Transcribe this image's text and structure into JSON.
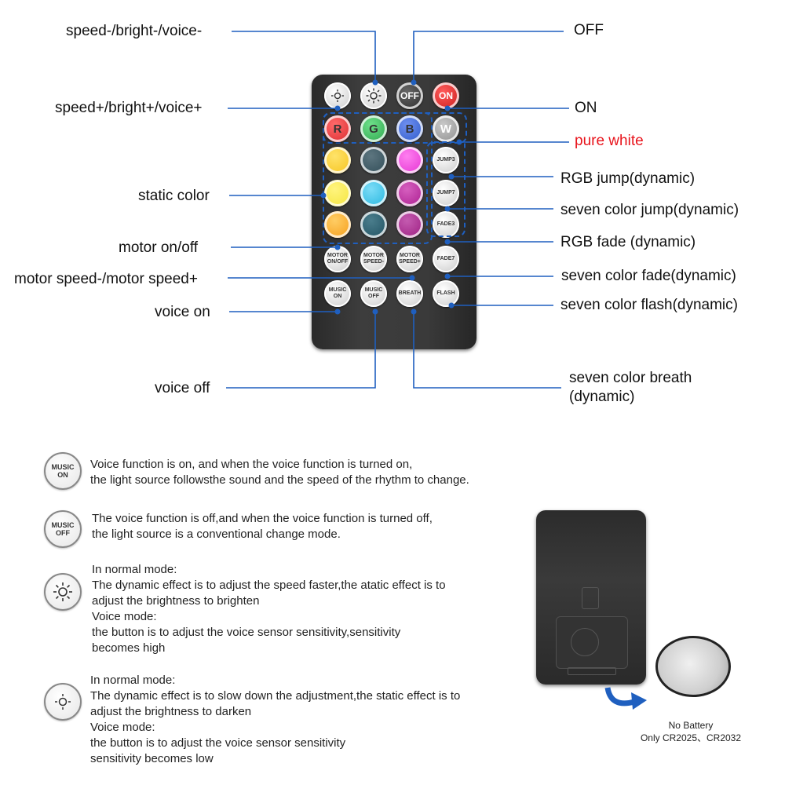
{
  "callouts": {
    "speed_minus": "speed-/bright-/voice-",
    "speed_plus": "speed+/bright+/voice+",
    "static_color": "static color",
    "motor_onoff": "motor on/off",
    "motor_speed": "motor speed-/motor speed+",
    "voice_on": "voice on",
    "voice_off": "voice off",
    "off": "OFF",
    "on": "ON",
    "pure_white": "pure white",
    "rgb_jump": "RGB jump(dynamic)",
    "seven_jump": "seven color jump(dynamic)",
    "rgb_fade": "RGB fade (dynamic)",
    "seven_fade": "seven color fade(dynamic)",
    "seven_flash": "seven color flash(dynamic)",
    "seven_breath": "seven color breath (dynamic)"
  },
  "remote_buttons": {
    "off": "OFF",
    "on": "ON",
    "r": "R",
    "g": "G",
    "b": "B",
    "w": "W",
    "jump3": "JUMP3",
    "jump7": "JUMP7",
    "fade3": "FADE3",
    "fade7": "FADE7",
    "flash": "FLASH",
    "breath": "BREATH",
    "motor_onoff_1": "MOTOR",
    "motor_onoff_2": "ON/OFF",
    "motor_minus_1": "MOTOR",
    "motor_minus_2": "SPEED-",
    "motor_plus_1": "MOTOR",
    "motor_plus_2": "SPEED+",
    "music_on_1": "MUSIC",
    "music_on_2": "ON",
    "music_off_1": "MUSIC",
    "music_off_2": "OFF"
  },
  "colors": {
    "leader_line": "#1f5fbf",
    "pure_white_label": "#e8141c",
    "red": "#d8262b",
    "green": "#2aa34a",
    "blue": "#2a58c6",
    "white_btn": "#8c8c8c",
    "yellow_1": "#f5c21a",
    "yellow_2": "#f4e43a",
    "orange": "#f59b16",
    "teal_dark": "#2e4a55",
    "cyan": "#22b5de",
    "teal_dark_2": "#1f5060",
    "magenta": "#e22fd0",
    "purple": "#a81a8d",
    "purple_2": "#9a1a7e"
  },
  "descriptions": [
    {
      "icon_line1": "MUSIC",
      "icon_line2": "ON",
      "lines": [
        "Voice function is on, and when the voice function is turned on,",
        "the light source followsthe sound and the speed of the rhythm to change."
      ]
    },
    {
      "icon_line1": "MUSIC",
      "icon_line2": "OFF",
      "lines": [
        "The voice function is off,and when the voice function is turned off,",
        "the light source is a conventional change mode."
      ]
    },
    {
      "icon": "brightness-up-icon",
      "lines": [
        "In normal mode:",
        "The dynamic effect is to adjust the speed faster,the atatic effect is to",
        "adjust the brightness to brighten",
        "Voice mode:",
        "the button is to adjust the voice sensor sensitivity,sensitivity",
        "becomes high"
      ]
    },
    {
      "icon": "brightness-down-icon",
      "lines": [
        "In normal mode:",
        "The dynamic effect is to slow down the adjustment,the static effect is to",
        "adjust the brightness to darken",
        "Voice mode:",
        "the button is to adjust the voice sensor sensitivity",
        "sensitivity becomes low"
      ]
    }
  ],
  "battery_note": {
    "line1": "No Battery",
    "line2": "Only CR2025、CR2032"
  }
}
